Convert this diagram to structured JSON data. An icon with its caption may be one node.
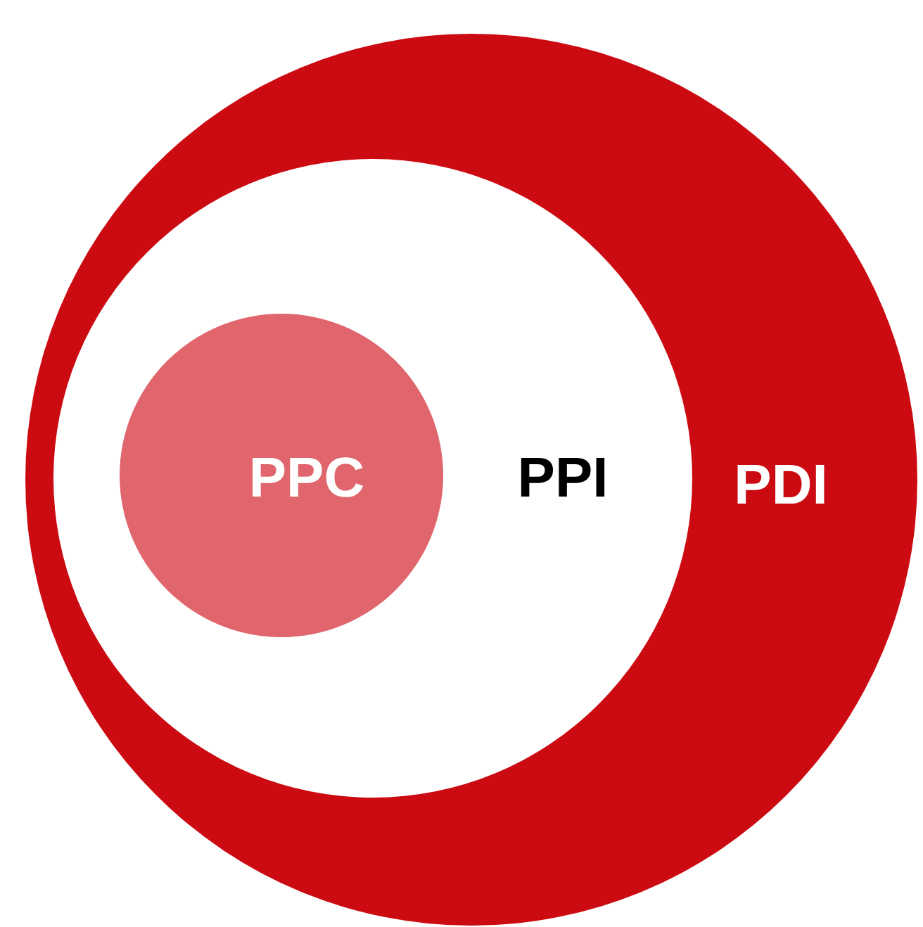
{
  "diagram": {
    "nodes": [
      {
        "text": [
          "PDI"
        ]
      },
      {
        "text": [
          "PPI"
        ],
        "in": 0
      },
      {
        "text": [
          "PPC"
        ],
        "in": 1
      }
    ]
  }
}
